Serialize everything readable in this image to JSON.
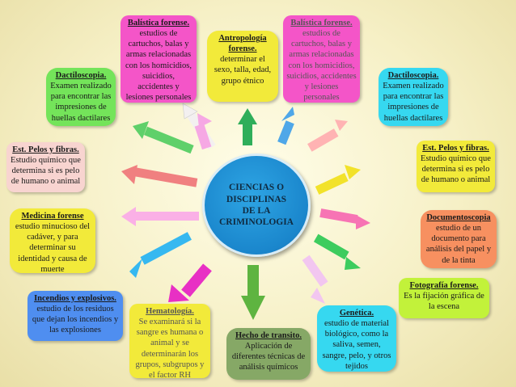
{
  "center": {
    "text": "CIENCIAS O\nDISCIPLINAS\nDE LA\nCRIMINOLOGIA"
  },
  "nodes": {
    "balistica_left": {
      "title": "Balística forense.",
      "body": "estudios de cartuchos, balas y armas relacionadas con los homicidios, suicidios, accidentes y lesiones personales"
    },
    "antropologia": {
      "title": "Antropología forense.",
      "body": "determinar el sexo, talla, edad, grupo étnico"
    },
    "balistica_right": {
      "title": "Balística forense.",
      "body": "estudios de cartuchos, balas y armas relacionadas con los homicidios, suicidios, accidentes y lesiones personales"
    },
    "dactiloscopia_left": {
      "title": "Dactiloscopia.",
      "body": "Examen realizado para encontrar las impresiones de huellas dactilares"
    },
    "dactiloscopia_right": {
      "title": "Dactiloscopia.",
      "body": "Examen realizado para encontrar las impresiones de huellas dactilares"
    },
    "pelos_left": {
      "title": "Est. Pelos y fibras.",
      "body": "Estudio químico que determina si es pelo de humano o animal"
    },
    "pelos_right": {
      "title": "Est. Pelos y fibras.",
      "body": "Estudio químico que determina si es pelo de humano o animal"
    },
    "medicina": {
      "title": "Medicina forense",
      "body": "estudio minucioso del cadáver, y para determinar su identidad y causa de muerte"
    },
    "documentoscopia": {
      "title": "Documentoscopia",
      "body": "estudio de un documento para análisis del papel y de la tinta"
    },
    "incendios": {
      "title": "Incendios y explosivos.",
      "body": "estudio de los residuos que dejan los incendios y las explosiones"
    },
    "fotografia": {
      "title": "Fotografía forense.",
      "body": "Es la fijación gráfica de la escena"
    },
    "hematologia": {
      "title": "Hematología.",
      "body": "Se examinará si la sangre es humana o animal y se determinarán los grupos, subgrupos y el factor RH"
    },
    "transito": {
      "title": "Hecho de transito.",
      "body": "Aplicación de diferentes técnicas de análisis químicos"
    },
    "genetica": {
      "title": "Genética.",
      "body": "estudio de material biológico, como la saliva, semen, sangre, pelo, y otros tejidos"
    }
  },
  "colors": {
    "pink": "#f455c8",
    "yellow": "#f2ea3a",
    "cyan": "#36d8f0",
    "green": "#74e45a",
    "blue": "#4f8ef0",
    "gray_green": "#86a866",
    "salmon": "#f79060",
    "yellow_green": "#c2f23a",
    "center_blue": "#1a86cc"
  }
}
